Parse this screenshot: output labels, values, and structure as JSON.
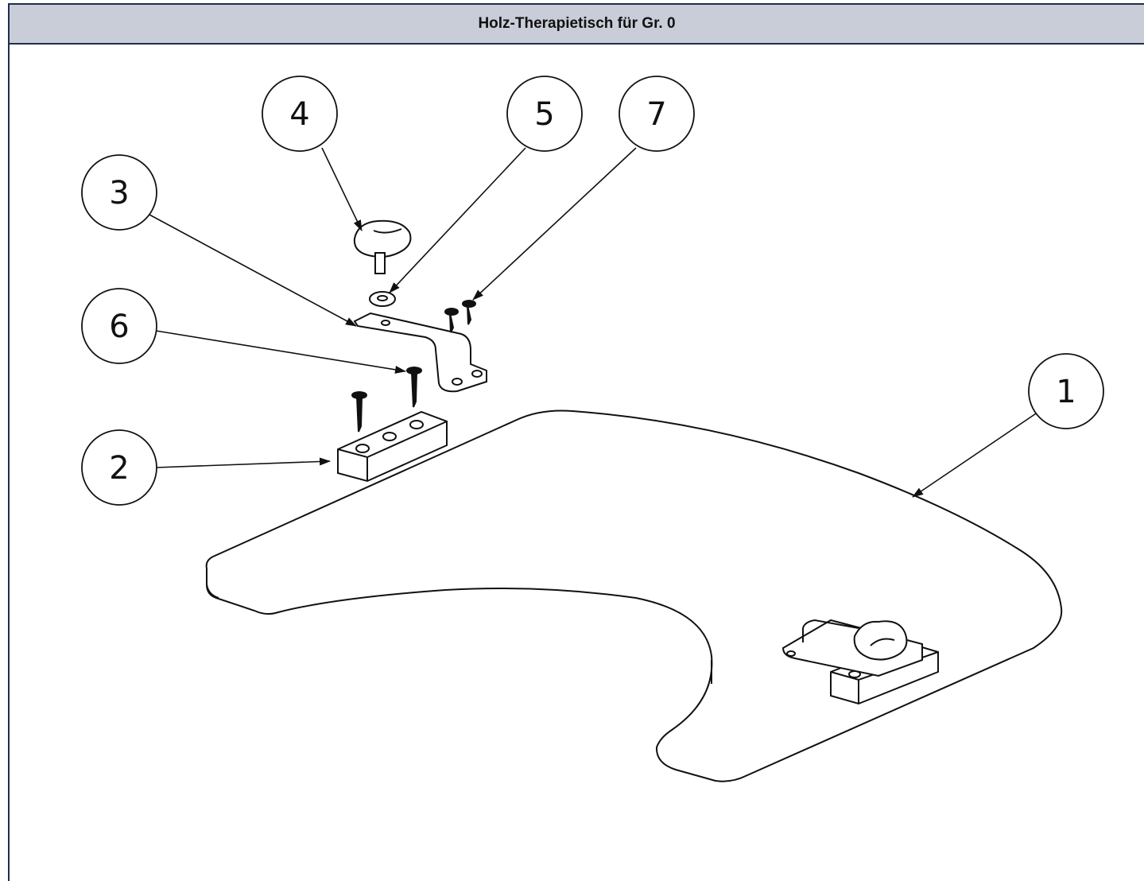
{
  "title": "Holz-Therapietisch für Gr. 0",
  "callouts": [
    {
      "id": "1",
      "label": "1"
    },
    {
      "id": "2",
      "label": "2"
    },
    {
      "id": "3",
      "label": "3"
    },
    {
      "id": "4",
      "label": "4"
    },
    {
      "id": "5",
      "label": "5"
    },
    {
      "id": "6",
      "label": "6"
    },
    {
      "id": "7",
      "label": "7"
    }
  ],
  "colors": {
    "line": "#111111",
    "title_bg": "#c8cdd8",
    "frame": "#1f2f4a"
  }
}
